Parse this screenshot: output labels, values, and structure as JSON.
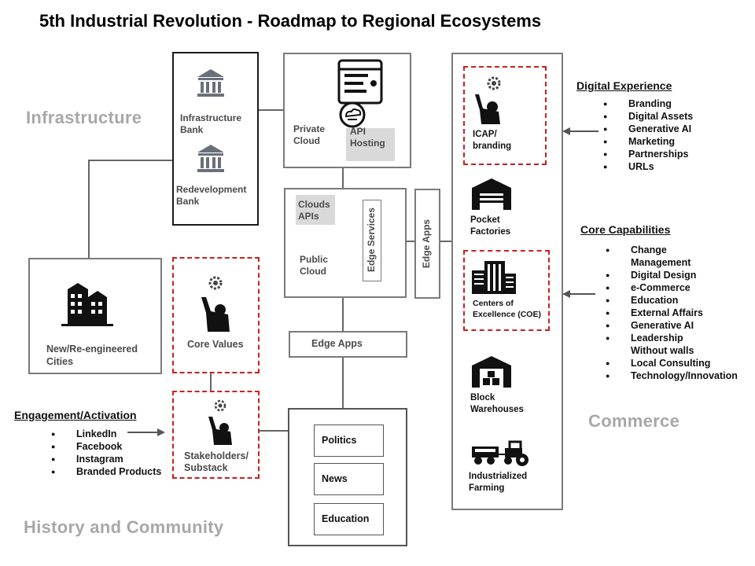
{
  "title": "5th Industrial Revolution - Roadmap to Regional Ecosystems",
  "sections": {
    "infrastructure": "Infrastructure",
    "commerce": "Commerce",
    "history": "History and Community"
  },
  "nodes": {
    "infrastructure_bank": [
      "Infrastructure",
      "Bank"
    ],
    "redevelopment_bank": [
      "Redevelopment",
      "Bank"
    ],
    "private_cloud": [
      "Private",
      "Cloud"
    ],
    "api_hosting": [
      "API",
      "Hosting"
    ],
    "clouds_apis": [
      "Clouds",
      "APIs"
    ],
    "public_cloud": [
      "Public",
      "Cloud"
    ],
    "edge_services": "Edge Services",
    "edge_apps_vertical": "Edge Apps",
    "edge_apps": "Edge Apps",
    "cities": [
      "New/Re-engineered",
      "Cities"
    ],
    "core_values": "Core Values",
    "stakeholders": [
      "Stakeholders/",
      "Substack"
    ],
    "politics": "Politics",
    "news": "News",
    "education": "Education",
    "icap": [
      "ICAP/",
      "branding"
    ],
    "pocket_factories": [
      "Pocket",
      "Factories"
    ],
    "coe": [
      "Centers of",
      "Excellence (COE)"
    ],
    "block_warehouses": [
      "Block",
      "Warehouses"
    ],
    "industrialized_farming": [
      "Industrialized",
      "Farming"
    ]
  },
  "digital_experience": {
    "heading": "Digital Experience",
    "items": [
      "Branding",
      "Digital Assets",
      "Generative AI",
      "Marketing",
      "Partnerships",
      "URLs"
    ]
  },
  "core_capabilities": {
    "heading": "Core Capabilities",
    "items": [
      "Change",
      "Management",
      "Digital Design",
      "e-Commerce",
      "Education",
      "External Affairs",
      "Generative AI",
      "Leadership",
      "Without walls",
      "Local Consulting",
      "Technology/Innovation"
    ]
  },
  "engagement": {
    "heading": "Engagement/Activation",
    "items": [
      "LinkedIn",
      "Facebook",
      "Instagram",
      "Branded Products"
    ]
  },
  "colors": {
    "dashed_border": "#cc1f1f",
    "section_label": "#a8a8a8",
    "box_border": "#7a7a7a"
  }
}
